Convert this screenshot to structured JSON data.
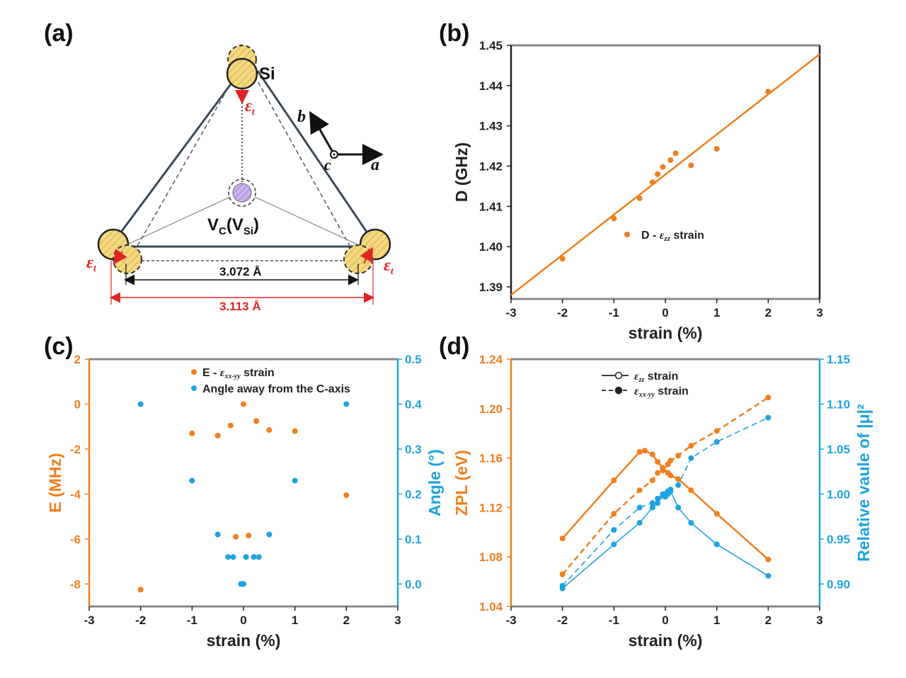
{
  "colors": {
    "orange": "#f07f1e",
    "blue": "#1ea3e0",
    "red": "#e02424",
    "axis": "#222222",
    "frame": "#888888",
    "atom_fill": "#f5d77e",
    "vacancy_fill": "#b8a0e0"
  },
  "panel_a": {
    "label": "(a)",
    "si_label": "Si",
    "vacancy_label": "V",
    "vacancy_sub1": "C",
    "vacancy_paren_open": "(V",
    "vacancy_sub2": "Si",
    "vacancy_paren_close": ")",
    "strain_symbol": "ε",
    "strain_sub": "t",
    "axis_b": "b",
    "axis_c": "c",
    "axis_a": "a",
    "dist_inner": "3.072 Å",
    "dist_outer": "3.113 Å"
  },
  "panel_b": {
    "label": "(b)",
    "legend": "D - ",
    "legend_sym": "ε",
    "legend_sub": "zz",
    "legend_tail": " strain"
  },
  "panel_c": {
    "label": "(c)",
    "legend1": "E - ",
    "legend1_sym": "ε",
    "legend1_sub": "xx-yy",
    "legend1_tail": " strain",
    "legend2": "Angle away from the C-axis"
  },
  "panel_d": {
    "label": "(d)",
    "legend1_sym": "ε",
    "legend1_sub": "zz",
    "legend1_tail": " strain",
    "legend2_sym": "ε",
    "legend2_sub": "xx-yy",
    "legend2_tail": " strain"
  },
  "chart_data": [
    {
      "panel": "b",
      "type": "scatter",
      "xlabel": "strain (%)",
      "ylabel": "D (GHz)",
      "xlim": [
        -3,
        3
      ],
      "ylim": [
        1.387,
        1.45
      ],
      "xticks": [
        -3,
        -2,
        -1,
        0,
        1,
        2,
        3
      ],
      "yticks": [
        1.39,
        1.4,
        1.41,
        1.42,
        1.43,
        1.44,
        1.45
      ],
      "series": [
        {
          "name": "D - εzz strain",
          "x": [
            -2,
            -1,
            -0.5,
            -0.25,
            -0.15,
            -0.05,
            0.1,
            0.2,
            0.5,
            1,
            2
          ],
          "y": [
            1.397,
            1.407,
            1.412,
            1.416,
            1.418,
            1.4198,
            1.4215,
            1.4232,
            1.4202,
            1.4243,
            1.4385
          ]
        }
      ],
      "fit_line": {
        "x": [
          -3,
          3
        ],
        "y": [
          1.388,
          1.4478
        ]
      },
      "legend_position": "middle-right"
    },
    {
      "panel": "c",
      "type": "scatter",
      "xlabel": "strain (%)",
      "ylabel_left": "E (MHz)",
      "ylabel_right": "Angle (°)",
      "xlim": [
        -3,
        3
      ],
      "ylim_left": [
        -9,
        2
      ],
      "ylim_right": [
        -0.05,
        0.5
      ],
      "xticks": [
        -3,
        -2,
        -1,
        0,
        1,
        2,
        3
      ],
      "yticks_left": [
        -8,
        -6,
        -4,
        -2,
        0,
        2
      ],
      "yticks_right": [
        0.0,
        0.1,
        0.2,
        0.3,
        0.4,
        0.5
      ],
      "series": [
        {
          "name": "E - εxx-yy strain",
          "axis": "left",
          "x": [
            -2,
            -1,
            -0.5,
            -0.25,
            -0.15,
            0,
            0.1,
            0.25,
            0.5,
            1,
            2
          ],
          "y": [
            -8.25,
            -1.3,
            -1.4,
            -0.95,
            -5.9,
            0.0,
            -5.85,
            -0.75,
            -1.15,
            -1.2,
            -4.05
          ]
        },
        {
          "name": "Angle away from the C-axis",
          "axis": "right",
          "x": [
            -2,
            -1,
            -0.5,
            -0.3,
            -0.2,
            -0.05,
            0,
            0.05,
            0.2,
            0.3,
            0.5,
            1,
            2
          ],
          "y": [
            0.4,
            0.23,
            0.11,
            0.06,
            0.06,
            0.0,
            0.0,
            0.06,
            0.06,
            0.06,
            0.11,
            0.23,
            0.4
          ]
        }
      ],
      "legend_position": "top-right"
    },
    {
      "panel": "d",
      "type": "line",
      "xlabel": "strain (%)",
      "ylabel_left": "ZPL (eV)",
      "ylabel_right": "Relative vaule of |μ|²",
      "xlim": [
        -3,
        3
      ],
      "ylim_left": [
        1.04,
        1.24
      ],
      "ylim_right": [
        0.875,
        1.15
      ],
      "xticks": [
        -3,
        -2,
        -1,
        0,
        1,
        2,
        3
      ],
      "yticks_left": [
        1.04,
        1.08,
        1.12,
        1.16,
        1.2,
        1.24
      ],
      "yticks_right": [
        0.9,
        0.95,
        1.0,
        1.05,
        1.1,
        1.15
      ],
      "series": [
        {
          "name": "ZPL εzz strain",
          "axis": "left",
          "style": "solid",
          "x": [
            -2,
            -1,
            -0.5,
            -0.4,
            -0.25,
            -0.15,
            -0.05,
            0.05,
            0.1,
            0.25,
            0.5,
            1,
            2
          ],
          "y": [
            1.095,
            1.142,
            1.165,
            1.166,
            1.163,
            1.157,
            1.152,
            1.148,
            1.146,
            1.143,
            1.134,
            1.115,
            1.078
          ]
        },
        {
          "name": "ZPL εxx-yy strain",
          "axis": "left",
          "style": "dashed",
          "x": [
            -2,
            -1,
            -0.5,
            -0.25,
            -0.15,
            -0.05,
            0.05,
            0.1,
            0.25,
            0.5,
            1,
            2
          ],
          "y": [
            1.066,
            1.115,
            1.134,
            1.142,
            1.148,
            1.15,
            1.155,
            1.158,
            1.162,
            1.17,
            1.182,
            1.209
          ]
        },
        {
          "name": "|μ|² εzz strain",
          "axis": "right",
          "style": "solid",
          "x": [
            -2,
            -1,
            -0.5,
            -0.25,
            -0.15,
            -0.05,
            0,
            0.05,
            0.1,
            0.25,
            0.5,
            1,
            2
          ],
          "y": [
            0.895,
            0.944,
            0.968,
            0.985,
            0.99,
            0.998,
            1.0,
            1.0,
            1.003,
            0.985,
            0.968,
            0.944,
            0.909
          ]
        },
        {
          "name": "|μ|² εxx-yy strain",
          "axis": "right",
          "style": "dashed",
          "x": [
            -2,
            -1,
            -0.5,
            -0.25,
            -0.15,
            -0.05,
            0,
            0.05,
            0.1,
            0.25,
            0.5,
            1,
            2
          ],
          "y": [
            0.898,
            0.96,
            0.985,
            0.99,
            0.995,
            1.0,
            0.997,
            1.003,
            1.005,
            1.01,
            1.04,
            1.058,
            1.085
          ]
        }
      ],
      "legend_position": "top-center"
    }
  ]
}
